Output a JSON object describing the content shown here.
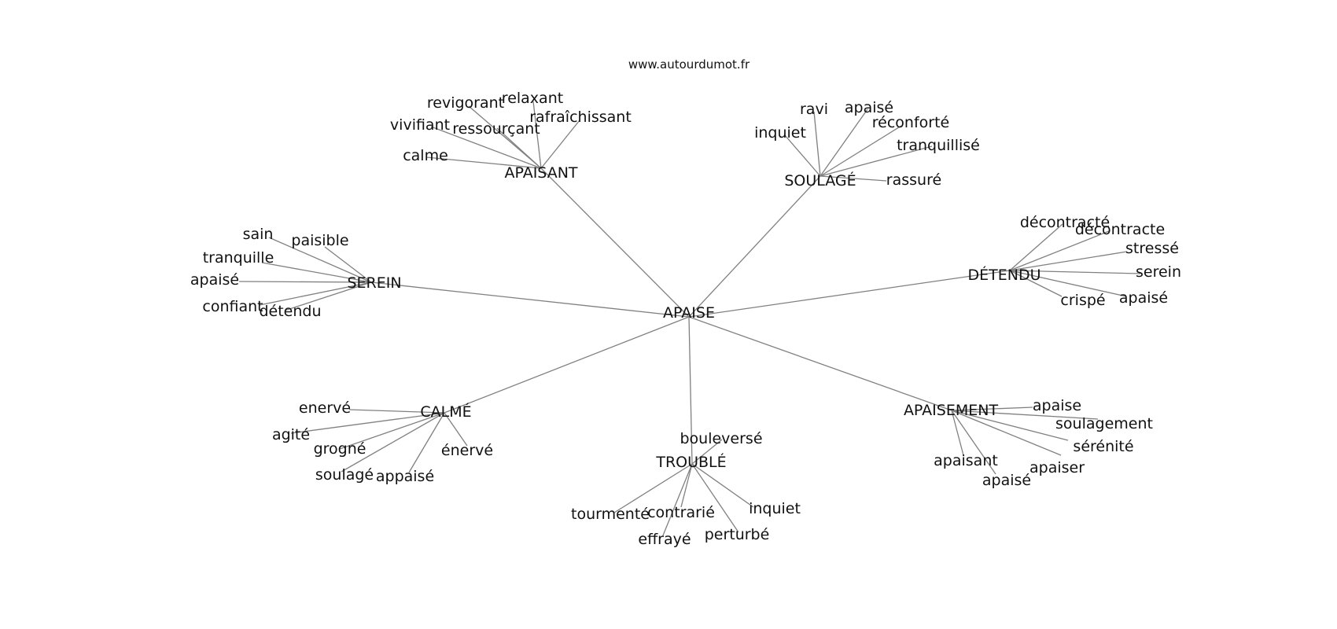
{
  "site": "www.autourdumot.fr",
  "center": "APAISE",
  "groups": [
    {
      "hub": "APAISANT",
      "words": [
        "revigorant",
        "relaxant",
        "rafraîchissant",
        "vivifiant",
        "ressourçant",
        "calme"
      ]
    },
    {
      "hub": "SOULAGÉ",
      "words": [
        "ravi",
        "apaisé",
        "réconforté",
        "inquiet",
        "tranquillisé",
        "rassuré"
      ]
    },
    {
      "hub": "DÉTENDU",
      "words": [
        "décontracté",
        "décontracte",
        "stressé",
        "serein",
        "crispé",
        "apaisé"
      ]
    },
    {
      "hub": "APAISEMENT",
      "words": [
        "apaise",
        "soulagement",
        "sérénité",
        "apaiser",
        "apaisant",
        "apaisé"
      ]
    },
    {
      "hub": "TROUBLÉ",
      "words": [
        "bouleversé",
        "tourmenté",
        "contrarié",
        "inquiet",
        "effrayé",
        "perturbé"
      ]
    },
    {
      "hub": "CALMÉ",
      "words": [
        "enervé",
        "agité",
        "grogné",
        "énervé",
        "soulagé",
        "appaisé"
      ]
    },
    {
      "hub": "SEREIN",
      "words": [
        "sain",
        "paisible",
        "tranquille",
        "apaisé",
        "confiant",
        "détendu"
      ]
    }
  ]
}
